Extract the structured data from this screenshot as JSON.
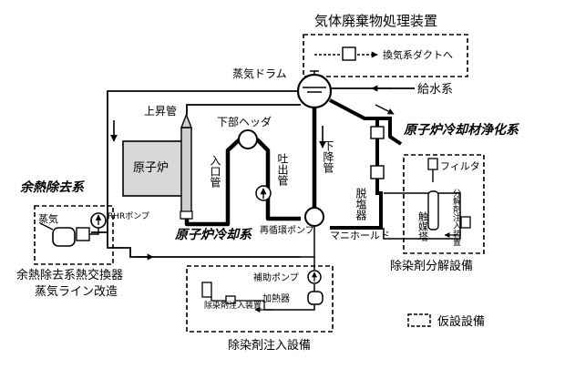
{
  "labels": {
    "gas_waste": "気体廃棄物処理装置",
    "exhaust_duct": "換気系ダクトへ",
    "steam_drum": "蒸気ドラム",
    "feedwater": "給水系",
    "riser": "上昇管",
    "lower_header": "下部ヘッダ",
    "reactor": "原子炉",
    "inlet_pipe": "入口管",
    "outlet_pipe": "吐出管",
    "downcomer": "下降管",
    "cleanup_system": "原子炉冷却材浄化系",
    "filter": "フィルタ",
    "demineralizer": "脱塩器",
    "catalyst_tower": "触媒塔",
    "decomp_injector": "分解剤注入装置",
    "rhr_system": "余熱除去系",
    "steam": "蒸気",
    "rhr_pump": "RHRポンプ",
    "cooling_system": "原子炉冷却系",
    "recirc_pump": "再循環ポンプ",
    "manifold": "マニホールド",
    "decomp_facility": "除染剤分解設備",
    "hx_line1": "余熱除去系熱交換器",
    "hx_line2": "蒸気ライン改造",
    "aux_pump": "補助ポンプ",
    "heater": "加熱器",
    "injector_device": "除染剤注入装置",
    "injection_facility": "除染剤注入設備",
    "legend_temp": "仮設設備"
  }
}
